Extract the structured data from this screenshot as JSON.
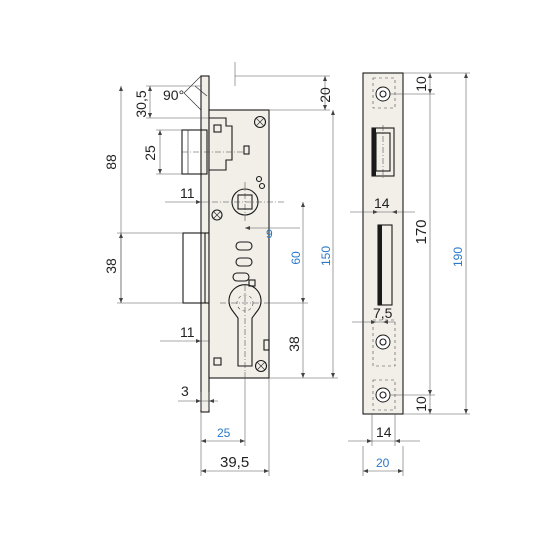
{
  "labels": {
    "angle": "90°",
    "d_30_5": "30,5",
    "d_25_latch": "25",
    "d_88": "88",
    "d_11_top": "11",
    "d_38_bolt": "38",
    "d_11_bottom": "11",
    "d_3": "3",
    "d_20_top": "20",
    "d_9": "9",
    "d_60": "60",
    "d_150": "150",
    "d_38_cyl": "38",
    "d_25_backset": "25",
    "d_39_5": "39,5",
    "d_10_top": "10",
    "d_14_top": "14",
    "d_170": "170",
    "d_190": "190",
    "d_7_5": "7,5",
    "d_10_bottom": "10",
    "d_14_bottom": "14",
    "d_20_width": "20"
  },
  "colors": {
    "line": "#1a1a1a",
    "dimension_dark": "#222222",
    "dimension_blue": "#2a79c9",
    "plate_fill": "#f2efe9"
  }
}
